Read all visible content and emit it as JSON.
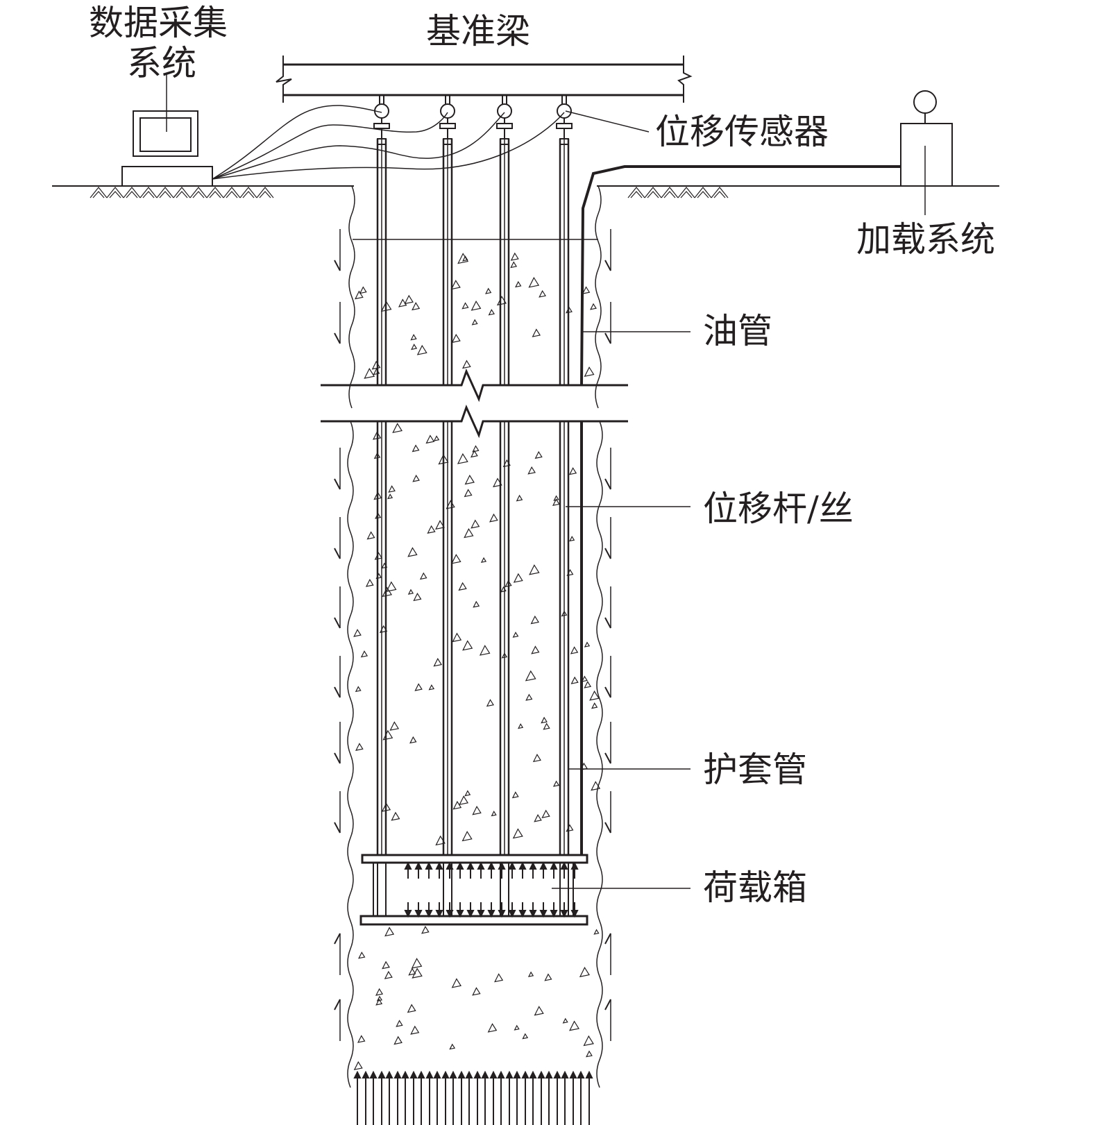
{
  "labels": {
    "data_acquisition_line1": "数据采集",
    "data_acquisition_line2": "系统",
    "reference_beam": "基准梁",
    "displacement_sensor": "位移传感器",
    "loading_system": "加载系统",
    "oil_pipe": "油管",
    "displacement_rod": "位移杆/丝",
    "protective_sleeve": "护套管",
    "load_box": "荷载箱"
  },
  "colors": {
    "line": "#231f20",
    "background": "#ffffff"
  }
}
